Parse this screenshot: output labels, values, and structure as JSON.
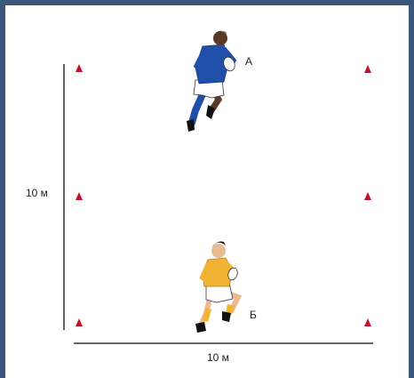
{
  "figure": {
    "measure_vertical": "10 м",
    "measure_horizontal": "10 м",
    "player_a_label": "А",
    "player_b_label": "Б"
  },
  "colors": {
    "frame": "#3b567b",
    "cone": "#c8102e",
    "player_a_jersey": "#1f4fa8",
    "player_b_jersey": "#f2b233",
    "shorts": "#ffffff",
    "skin_a": "#5a3a26",
    "skin_b": "#e9b98f"
  },
  "icons": [
    "cone-icon",
    "rugby-ball-icon",
    "player-figure-icon"
  ]
}
